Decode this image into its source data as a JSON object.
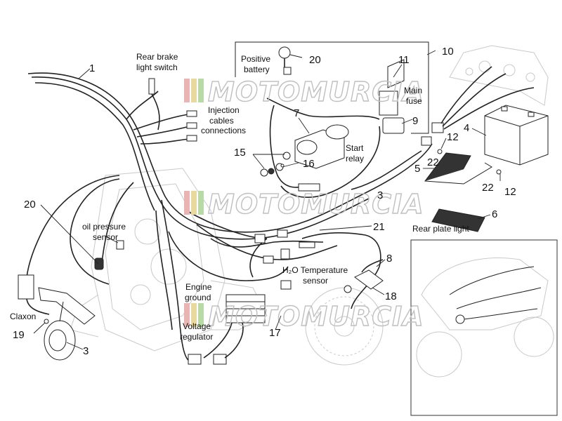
{
  "callouts": {
    "n1": "1",
    "n3a": "3",
    "n3b": "3",
    "n4": "4",
    "n5": "5",
    "n6": "6",
    "n7": "7",
    "n8": "8",
    "n9": "9",
    "n10": "10",
    "n11": "11",
    "n12a": "12",
    "n12b": "12",
    "n15": "15",
    "n16": "16",
    "n17": "17",
    "n18": "18",
    "n19": "19",
    "n20a": "20",
    "n20b": "20",
    "n21": "21",
    "n22a": "22",
    "n22b": "22"
  },
  "labels": {
    "rear_brake_1": "Rear brake",
    "rear_brake_2": "light switch",
    "injection_1": "Injection",
    "injection_2": "cables",
    "injection_3": "connections",
    "positive_1": "Positive",
    "positive_2": "battery",
    "main_fuse_1": "Main",
    "main_fuse_2": "fuse",
    "start_relay_1": "Start",
    "start_relay_2": "relay",
    "oil_pressure_1": "oil pressure",
    "oil_pressure_2": "sensor",
    "h2o_temp_1": "H₂O Temperature",
    "h2o_temp_2": "sensor",
    "engine_ground_1": "Engine",
    "engine_ground_2": "ground",
    "voltage_reg_1": "Voltage",
    "voltage_reg_2": "regulator",
    "rear_plate_light": "Rear plate light",
    "claxon": "Claxon"
  },
  "watermark": {
    "text": "MOTOMURCIA",
    "stripe_colors": [
      "#e8b4b4",
      "#e8d9a0",
      "#b9d9a6"
    ],
    "stroke_color": "#bfbfbf"
  }
}
